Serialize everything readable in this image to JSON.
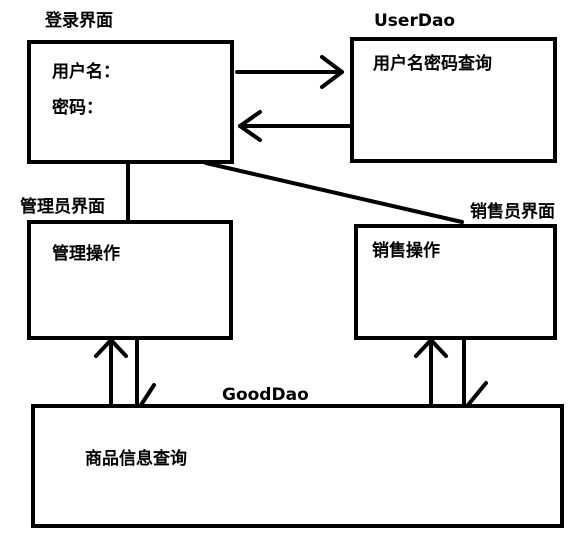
{
  "login": {
    "title": "登录界面",
    "username_label": "用户名：",
    "password_label": "密码："
  },
  "user_dao": {
    "title": "UserDao",
    "query_label": "用户名密码查询"
  },
  "admin": {
    "title": "管理员界面",
    "action_label": "管理操作"
  },
  "sales": {
    "title": "销售员界面",
    "action_label": "销售操作"
  },
  "good_dao": {
    "title": "GoodDao",
    "query_label": "商品信息查询"
  }
}
